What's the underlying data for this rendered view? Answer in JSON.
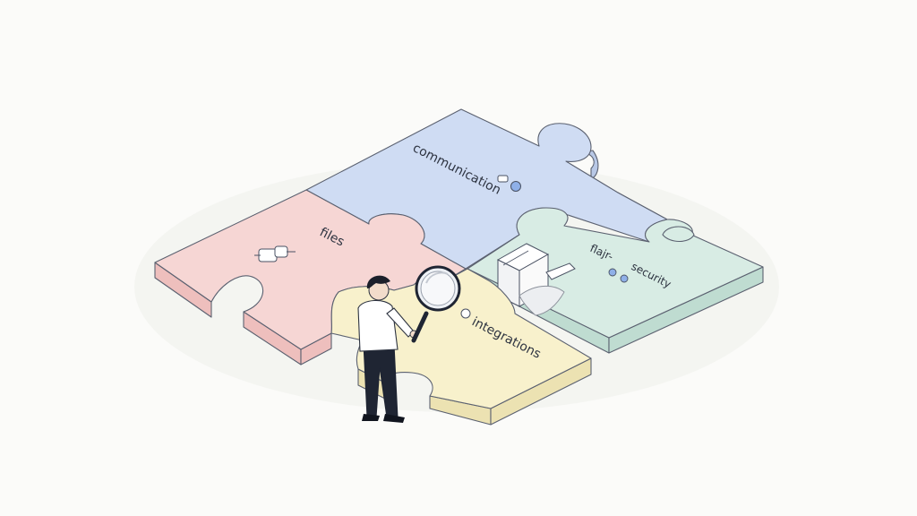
{
  "illustration": {
    "subject": "isometric jigsaw puzzle with person holding magnifying glass",
    "background": "#fbfbf9"
  },
  "pieces": {
    "communication": {
      "label": "communication",
      "top": "#cfdcf3",
      "side": "#b8c8e6"
    },
    "files": {
      "label": "files",
      "top": "#f6d6d4",
      "side": "#eebfbd"
    },
    "security": {
      "label": "security",
      "top": "#d8ece4",
      "side": "#bfdcd1"
    },
    "integrations": {
      "label": "integrations",
      "top": "#f8f1cc",
      "side": "#ece2b2"
    }
  },
  "scribble_text": "flajr-",
  "figure": {
    "shirt": "#ffffff",
    "pants": "#1f2533",
    "hair": "#1b1f2a",
    "skin": "#f2dccb"
  },
  "icons": [
    "plug-icon",
    "chat-bubble-icon",
    "server-icon",
    "document-icon",
    "magnifying-glass-icon"
  ]
}
